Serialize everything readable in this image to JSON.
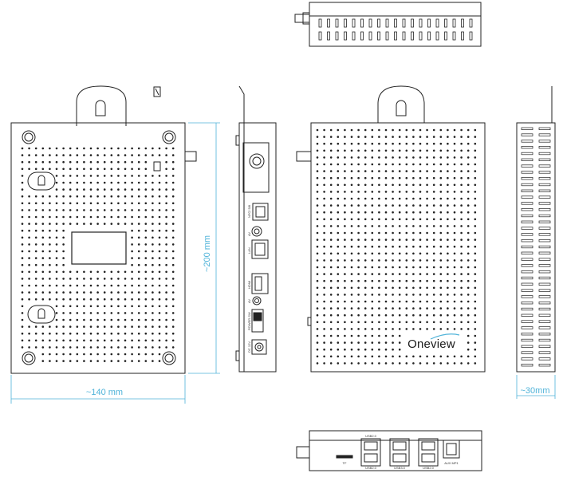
{
  "dimensions": {
    "width": "~140 mm",
    "height": "~200 mm",
    "depth": "~30mm",
    "color": "#4fb3d9"
  },
  "brand": "Oneview",
  "side_ports": {
    "lan_nfc": "NFC/ 5/8",
    "lan": "LAN",
    "hdmi": "HDMI",
    "av": "AV",
    "power_switch": "POWER SW",
    "dc": "DC 12V"
  },
  "front_ports": {
    "tf": "TF",
    "usb_top": "USB2.0",
    "usb_bottom_1": "USB2.0",
    "usb_bottom_2": "USB3.0",
    "usb_bottom_3": "USB2.0",
    "aux": "AUX MP1"
  },
  "colors": {
    "line": "#222222",
    "dimension": "#4fb3d9"
  }
}
